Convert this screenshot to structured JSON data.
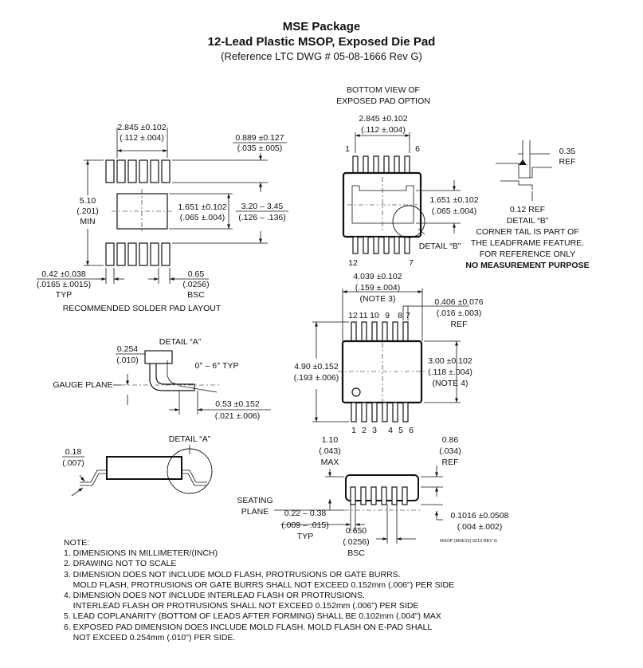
{
  "header": {
    "title": "MSE Package",
    "subtitle": "12-Lead Plastic MSOP, Exposed Die Pad",
    "reference": "(Reference LTC DWG # 05-08-1666 Rev G)"
  },
  "solder_pad": {
    "width_dim": [
      "2.845 ±0.102",
      "(.112 ±.004)"
    ],
    "pad_width_dim": [
      "0.889 ±0.127",
      "(.035 ±.005)"
    ],
    "overall_dim": [
      "5.10",
      "(.201)",
      "MIN"
    ],
    "epad_dim": [
      "1.651 ±0.102",
      "(.065 ±.004)"
    ],
    "height_dim": [
      "3.20 – 3.45",
      "(.126 – .136)"
    ],
    "lead_width_dim": [
      "0.42 ±0.038",
      "(.0165 ±.0015)",
      "TYP"
    ],
    "pitch_dim": [
      "0.65",
      "(.0256)",
      "BSC"
    ],
    "caption": "RECOMMENDED SOLDER PAD LAYOUT"
  },
  "bottom_view": {
    "caption": [
      "BOTTOM VIEW OF",
      "EXPOSED PAD OPTION"
    ],
    "width_dim": [
      "2.845 ±0.102",
      "(.112 ±.004)"
    ],
    "pin_first": "1",
    "pin_sixth": "6",
    "pin_twelfth": "12",
    "pin_seventh": "7",
    "epad_dim": [
      "1.651 ±0.102",
      "(.065 ±.004)"
    ],
    "detail_b_callout": "DETAIL “B”"
  },
  "detail_b": {
    "dim_top": [
      "0.35",
      "REF"
    ],
    "dim_bottom": "0.12 REF",
    "notes": [
      "DETAIL “B”",
      "CORNER TAIL IS PART OF",
      "THE LEADFRAME FEATURE.",
      "FOR REFERENCE ONLY"
    ],
    "emphasis": "NO MEASUREMENT PURPOSE"
  },
  "top_view": {
    "width_dim": [
      "4.039 ±0.102",
      "(.159 ±.004)",
      "(NOTE 3)"
    ],
    "lead_dim": [
      "0.406 ±0.076",
      "(.016 ±.003)",
      "REF"
    ],
    "top_pins": [
      "12",
      "11",
      "10",
      "9",
      "8",
      "7"
    ],
    "bottom_pins": [
      "1",
      "2",
      "3",
      "4",
      "5",
      "6"
    ],
    "height_dim": [
      "4.90 ±0.152",
      "(.193 ±.006)"
    ],
    "body_dim": [
      "3.00 ±0.102",
      "(.118 ±.004)",
      "(NOTE 4)"
    ]
  },
  "detail_a": {
    "label": "DETAIL “A”",
    "dim_thickness": [
      "0.254",
      "(.010)"
    ],
    "angle": "0° – 6° TYP",
    "gauge_plane": "GAUGE PLANE",
    "foot_dim": [
      "0.53 ±0.152",
      "(.021 ±.006)"
    ]
  },
  "side_view": {
    "lead_dim": [
      "0.18",
      "(.007)"
    ],
    "detail_a_label": "DETAIL “A”"
  },
  "front_view": {
    "height_dim": [
      "1.10",
      "(.043)",
      "MAX"
    ],
    "standoff_dim": [
      "0.86",
      "(.034)",
      "REF"
    ],
    "seating_plane": [
      "SEATING",
      "PLANE"
    ],
    "lead_width_dim": [
      "0.22 – 0.38",
      "(.009 – .015)",
      "TYP"
    ],
    "pitch_dim": [
      "0.650",
      "(.0256)",
      "BSC"
    ],
    "standoff_tol": [
      "0.1016 ±0.0508",
      "(.004 ±.002)"
    ],
    "drawing_id": "MSOP (MSE12) 0213 REV G"
  },
  "notes": {
    "heading": "NOTE:",
    "lines": [
      "1. DIMENSIONS IN MILLIMETER/(INCH)",
      "2. DRAWING NOT TO SCALE",
      "3. DIMENSION DOES NOT INCLUDE MOLD FLASH, PROTRUSIONS OR GATE BURRS.",
      "    MOLD FLASH, PROTRUSIONS OR GATE BURRS SHALL NOT EXCEED 0.152mm (.006\") PER SIDE",
      "4. DIMENSION DOES NOT INCLUDE INTERLEAD FLASH OR PROTRUSIONS.",
      "    INTERLEAD FLASH OR PROTRUSIONS SHALL NOT EXCEED 0.152mm (.006\") PER SIDE",
      "5. LEAD COPLANARITY (BOTTOM OF LEADS AFTER FORMING) SHALL BE 0.102mm (.004\") MAX",
      "6. EXPOSED PAD DIMENSION DOES INCLUDE MOLD FLASH. MOLD FLASH ON E-PAD SHALL",
      "    NOT EXCEED 0.254mm (.010\") PER SIDE."
    ]
  }
}
